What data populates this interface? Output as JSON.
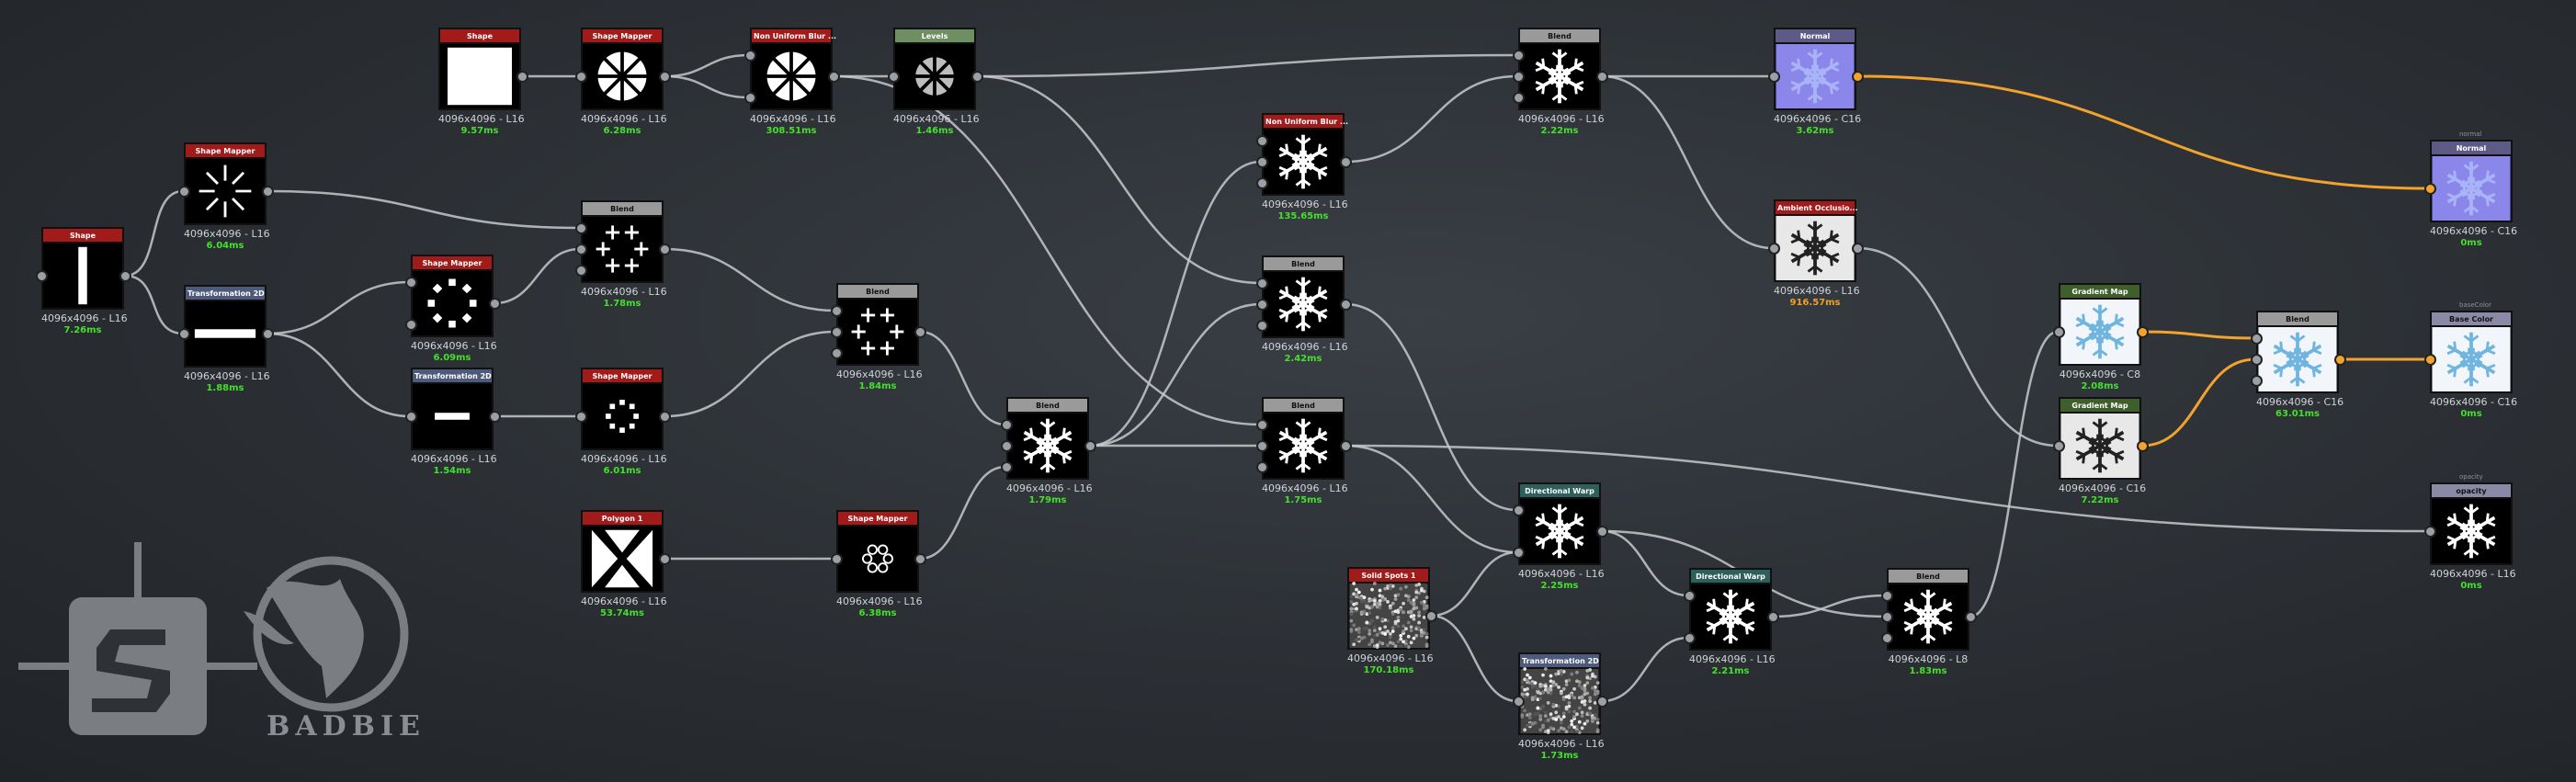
{
  "brand": {
    "name": "BADBIE"
  },
  "colors": {
    "green_time": "#43e02b",
    "orange_time": "#f0a024",
    "wire": "#c7c9cb",
    "wire_highlight": "#f2a32e"
  },
  "nodes": [
    {
      "id": "shape1",
      "title": "Shape",
      "res": "4096x4096 - L16",
      "time": "7.26ms",
      "head": "red",
      "thumb": "vbar"
    },
    {
      "id": "shape2",
      "title": "Shape",
      "res": "4096x4096 - L16",
      "time": "9.57ms",
      "head": "red",
      "thumb": "square"
    },
    {
      "id": "sm_top",
      "title": "Shape Mapper",
      "res": "4096x4096 - L16",
      "time": "6.28ms",
      "head": "red",
      "thumb": "pie"
    },
    {
      "id": "nub",
      "title": "Non Uniform Blur ...",
      "res": "4096x4096 - L16",
      "time": "308.51ms",
      "head": "red",
      "thumb": "pie"
    },
    {
      "id": "levels",
      "title": "Levels",
      "res": "4096x4096 - L16",
      "time": "1.46ms",
      "head": "green",
      "thumb": "pie_grey"
    },
    {
      "id": "sm_a",
      "title": "Shape Mapper",
      "res": "4096x4096 - L16",
      "time": "6.04ms",
      "head": "red",
      "thumb": "rays"
    },
    {
      "id": "tr_a",
      "title": "Transformation 2D",
      "res": "4096x4096 - L16",
      "time": "1.88ms",
      "head": "blue",
      "thumb": "hbar"
    },
    {
      "id": "sm_b",
      "title": "Shape Mapper",
      "res": "4096x4096 - L16",
      "time": "6.09ms",
      "head": "red",
      "thumb": "ring"
    },
    {
      "id": "tr_b",
      "title": "Transformation 2D",
      "res": "4096x4096 - L16",
      "time": "1.54ms",
      "head": "blue",
      "thumb": "hbar_small"
    },
    {
      "id": "blend_a",
      "title": "Blend",
      "res": "4096x4096 - L16",
      "time": "1.78ms",
      "head": "grey",
      "thumb": "crosses"
    },
    {
      "id": "sm_c",
      "title": "Shape Mapper",
      "res": "4096x4096 - L16",
      "time": "6.01ms",
      "head": "red",
      "thumb": "ring_small"
    },
    {
      "id": "poly",
      "title": "Polygon 1",
      "res": "4096x4096 - L16",
      "time": "53.74ms",
      "head": "red",
      "thumb": "triangles"
    },
    {
      "id": "blend_b",
      "title": "Blend",
      "res": "4096x4096 - L16",
      "time": "1.84ms",
      "head": "grey",
      "thumb": "crosses"
    },
    {
      "id": "sm_d",
      "title": "Shape Mapper",
      "res": "4096x4096 - L16",
      "time": "6.38ms",
      "head": "red",
      "thumb": "flower"
    },
    {
      "id": "blend_c",
      "title": "Blend",
      "res": "4096x4096 - L16",
      "time": "1.79ms",
      "head": "grey",
      "thumb": "snow"
    },
    {
      "id": "nub2",
      "title": "Non Uniform Blur ...",
      "res": "4096x4096 - L16",
      "time": "135.65ms",
      "head": "red",
      "thumb": "snow"
    },
    {
      "id": "blend_d",
      "title": "Blend",
      "res": "4096x4096 - L16",
      "time": "2.42ms",
      "head": "grey",
      "thumb": "snow"
    },
    {
      "id": "blend_e",
      "title": "Blend",
      "res": "4096x4096 - L16",
      "time": "1.75ms",
      "head": "grey",
      "thumb": "snow"
    },
    {
      "id": "blend_f",
      "title": "Blend",
      "res": "4096x4096 - L16",
      "time": "2.22ms",
      "head": "grey",
      "thumb": "snow"
    },
    {
      "id": "normal1",
      "title": "Normal",
      "res": "4096x4096 - C16",
      "time": "3.62ms",
      "head": "purple",
      "thumb": "normal"
    },
    {
      "id": "ambient",
      "title": "Ambient Occlusio...",
      "res": "4096x4096 - L16",
      "time": "916.57ms",
      "head": "red",
      "thumb": "snow_white",
      "warn": true
    },
    {
      "id": "dirwarp1",
      "title": "Directional Warp",
      "res": "4096x4096 - L16",
      "time": "2.25ms",
      "head": "teal",
      "thumb": "snow"
    },
    {
      "id": "spots",
      "title": "Solid Spots 1",
      "res": "4096x4096 - L16",
      "time": "170.18ms",
      "head": "red",
      "thumb": "noise"
    },
    {
      "id": "tr_c",
      "title": "Transformation 2D",
      "res": "4096x4096 - L16",
      "time": "1.73ms",
      "head": "blue",
      "thumb": "noise"
    },
    {
      "id": "dirwarp2",
      "title": "Directional Warp",
      "res": "4096x4096 - L16",
      "time": "2.21ms",
      "head": "teal",
      "thumb": "snow"
    },
    {
      "id": "blend_g",
      "title": "Blend",
      "res": "4096x4096 - L8",
      "time": "1.83ms",
      "head": "grey",
      "thumb": "snow"
    },
    {
      "id": "gmap1",
      "title": "Gradient Map",
      "res": "4096x4096 - C8",
      "time": "2.08ms",
      "head": "dgreen",
      "thumb": "snow_blue"
    },
    {
      "id": "gmap2",
      "title": "Gradient Map",
      "res": "4096x4096 - C16",
      "time": "7.22ms",
      "head": "dgreen",
      "thumb": "snow_white"
    },
    {
      "id": "blend_h",
      "title": "Blend",
      "res": "4096x4096 - C16",
      "time": "63.01ms",
      "head": "grey",
      "thumb": "snow_blue"
    },
    {
      "id": "out_normal",
      "title": "Normal",
      "res": "4096x4096 - C16",
      "time": "0ms",
      "head": "purple",
      "thumb": "normal",
      "out": "normal"
    },
    {
      "id": "out_base",
      "title": "Base Color",
      "res": "4096x4096 - C16",
      "time": "0ms",
      "head": "lilac",
      "thumb": "snow_blue",
      "out": "baseColor"
    },
    {
      "id": "out_opacity",
      "title": "opacity",
      "res": "4096x4096 - L16",
      "time": "0ms",
      "head": "lilac",
      "thumb": "snow",
      "out": "opacity"
    }
  ]
}
